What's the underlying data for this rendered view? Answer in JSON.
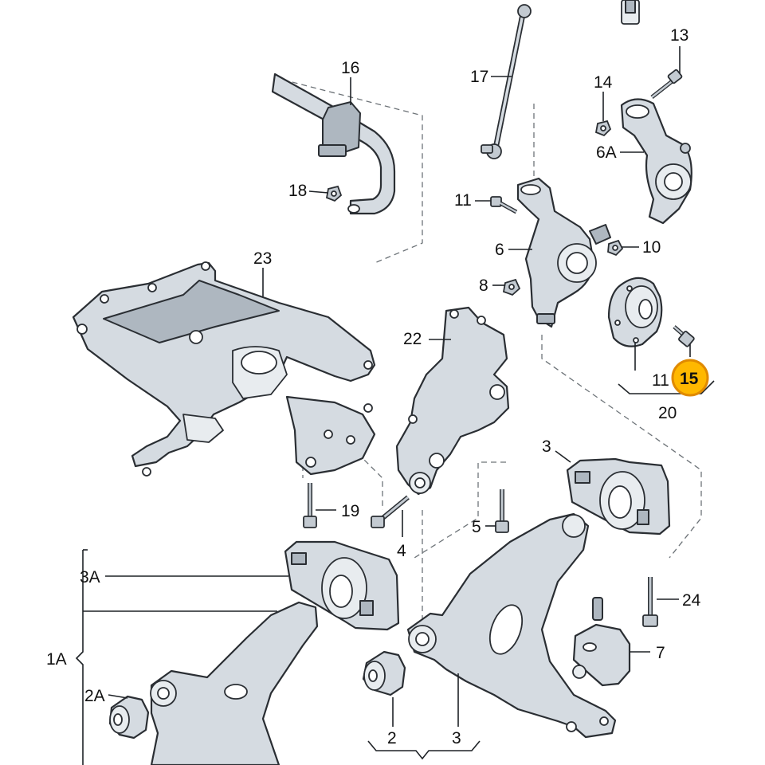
{
  "callouts": {
    "c16": "16",
    "c17": "17",
    "c13": "13",
    "c14": "14",
    "c6A": "6A",
    "c18": "18",
    "c11a": "11",
    "c6": "6",
    "c10": "10",
    "c8": "8",
    "c23": "23",
    "c22": "22",
    "c11b": "11",
    "c15": "15",
    "c20": "20",
    "c3top": "3",
    "c19": "19",
    "c5": "5",
    "c4": "4",
    "c3A": "3A",
    "c24": "24",
    "c1A": "1A",
    "c7": "7",
    "c2A": "2A",
    "c2": "2",
    "c3": "3"
  },
  "highlight": {
    "label": "15",
    "color": "#ffb800"
  },
  "colors": {
    "metal": "#d5dbe1",
    "outline": "#2a2e33",
    "highlight": "#ffb800"
  }
}
